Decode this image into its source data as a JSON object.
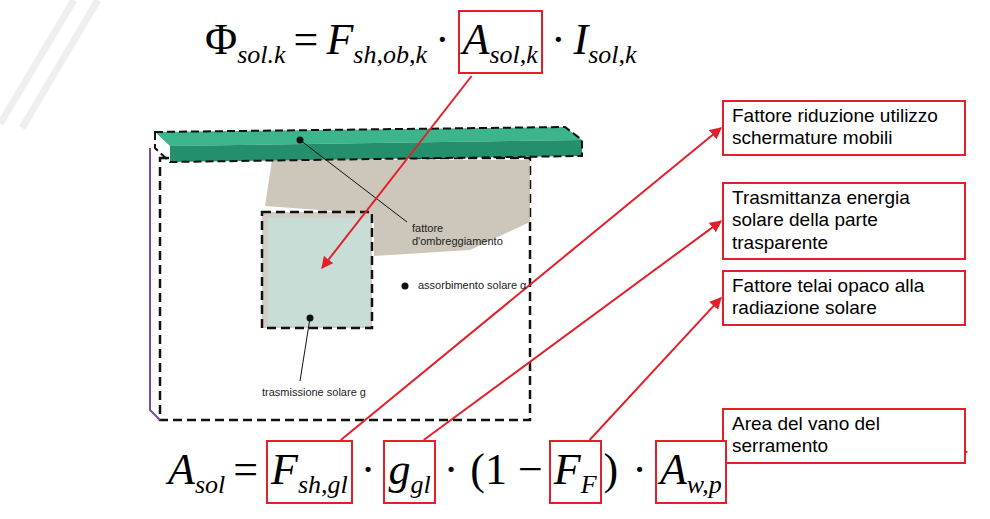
{
  "diagram": {
    "nodes": [
      {
        "text": [
          "A",
          "sol,k"
        ]
      },
      {
        "text": [
          "Fattore riduzione utilizzo schermature mobili"
        ]
      },
      {
        "text": [
          "Trasmittanza energia solare della parte trasparente"
        ]
      },
      {
        "text": [
          "Fattore telai opaco alla radiazione solare"
        ]
      },
      {
        "text": [
          "Area del vano del serramento"
        ]
      },
      {
        "text": [
          "F",
          "sh,gl"
        ]
      },
      {
        "text": [
          "g",
          "gl"
        ]
      },
      {
        "text": [
          "F",
          "F"
        ]
      },
      {
        "text": [
          "A",
          "w,p"
        ]
      }
    ],
    "edges": [
      {
        "from": 5,
        "to": 1,
        "arrow": "to"
      },
      {
        "from": 6,
        "to": 2,
        "arrow": "to"
      },
      {
        "from": 7,
        "to": 3,
        "arrow": "to"
      },
      {
        "from": 8,
        "to": 4,
        "arrow": "to"
      }
    ],
    "labels": [
      "Φ",
      "sol.k",
      "=",
      "F",
      "sh,ob,k",
      "·",
      "·",
      "I",
      "sol,k",
      "fattore d'ombreggiamento",
      "assorbimento solare α",
      "trasmissione solare g",
      "A",
      "sol",
      "=",
      "·",
      "·",
      "(1 −",
      ")",
      "·"
    ]
  }
}
